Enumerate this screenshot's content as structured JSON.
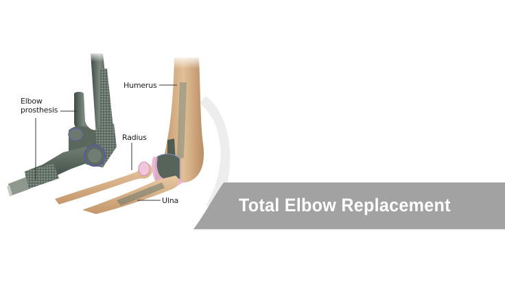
{
  "banner": {
    "title": "Total Elbow Replacement",
    "background_color": "#a2a2a2",
    "text_color": "#ffffff"
  },
  "illustration": {
    "subject": "elbow prosthesis and elbow joint anatomy",
    "labels": [
      {
        "id": "elbow-prosthesis",
        "lines": [
          "Elbow",
          "prosthesis"
        ]
      },
      {
        "id": "humerus",
        "text": "Humerus"
      },
      {
        "id": "radius",
        "text": "Radius"
      },
      {
        "id": "ulna",
        "text": "Ulna"
      }
    ],
    "colors": {
      "metal": "#4f5c52",
      "metal_light": "#7e8c80",
      "bone": "#d9b48a",
      "bone_dark": "#b88d63",
      "cartilage": "#e9b2cf",
      "leader_line": "#333333"
    }
  }
}
